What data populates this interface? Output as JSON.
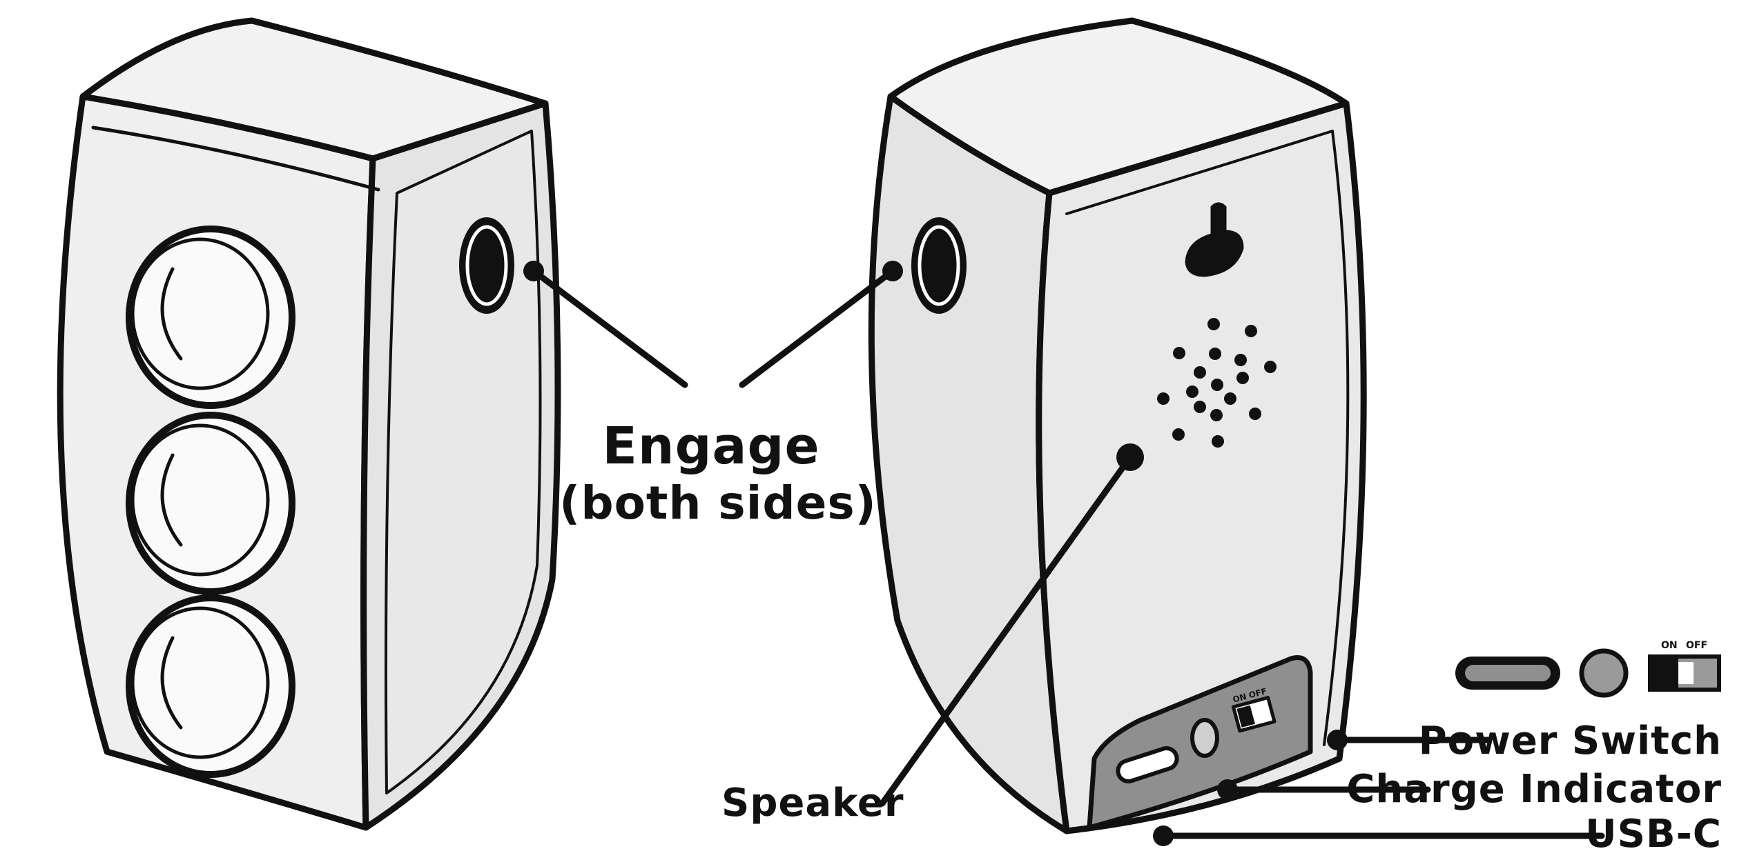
{
  "labels": {
    "engage_line1": "Engage",
    "engage_line2": "(both sides)",
    "speaker": "Speaker",
    "power_switch": "Power Switch",
    "charge_indicator": "Charge Indicator",
    "usb_c": "USB-C"
  },
  "switch_text": {
    "on": "ON",
    "off": "OFF"
  },
  "colors": {
    "outline": "#111111",
    "body": "#e6e6e6",
    "side_face": "#dcdcdc",
    "panel": "#8f8f8f",
    "background": "#ffffff"
  }
}
